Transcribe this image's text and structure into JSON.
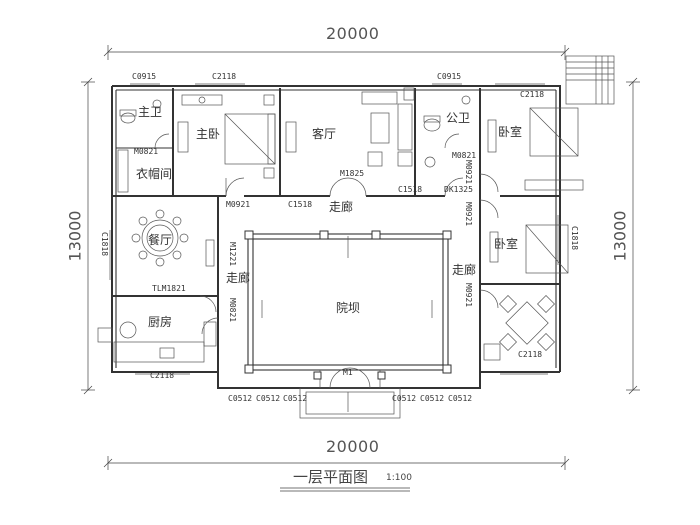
{
  "drawing": {
    "title": "一层平面图",
    "scale": "1:100",
    "dims": {
      "top": "20000",
      "bottom": "20000",
      "left": "13000",
      "right": "13000"
    }
  },
  "rooms": {
    "master_bath": "主卫",
    "master_bed": "主卧",
    "living": "客厅",
    "public_bath": "公卫",
    "bedroom1": "卧室",
    "closet": "衣帽间",
    "corridor_top": "走廊",
    "dining": "餐厅",
    "corridor_left": "走廊",
    "courtyard": "院坝",
    "corridor_right": "走廊",
    "bedroom2": "卧室",
    "kitchen": "厨房"
  },
  "labels": {
    "c0915_a": "C0915",
    "c2118_a": "C2118",
    "c0915_b": "C0915",
    "c2118_b": "C2118",
    "m0821_a": "M0821",
    "m0821_b": "M0821",
    "m0921_a": "M0921",
    "m1825": "M1825",
    "c1518_a": "C1518",
    "c1518_b": "C1518",
    "dk1325": "DK1325",
    "m0921_b": "M0921",
    "m0921_c": "M0921",
    "c1818_left": "C1818",
    "c1818_right": "C1818",
    "m1221": "M1221",
    "tlm1821": "TLM1821",
    "m0821_c": "M0821",
    "m0921_d": "M0921",
    "c2118_c": "C2118",
    "c2118_d": "C2118",
    "m1": "M1",
    "c0512_1": "C0512",
    "c0512_2": "C0512",
    "c0512_3": "C0512",
    "c0512_4": "C0512",
    "c0512_5": "C0512",
    "c0512_6": "C0512"
  }
}
